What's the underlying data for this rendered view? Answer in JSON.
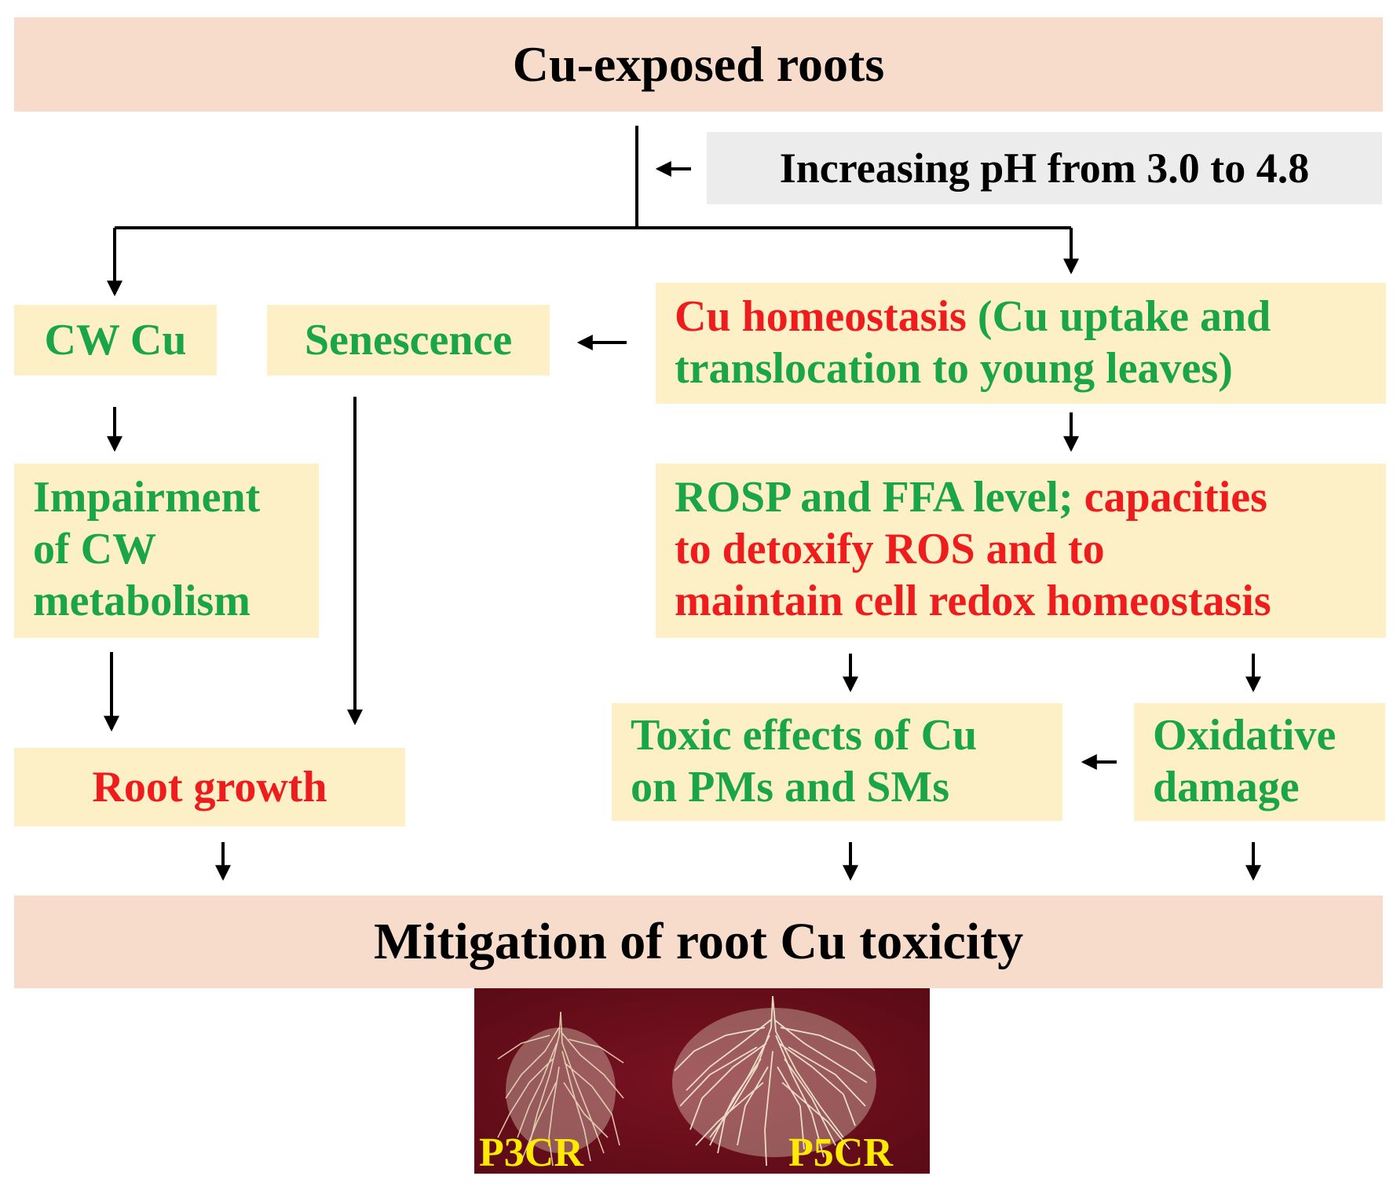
{
  "top_banner": "Cu-exposed roots",
  "ph_note": "Increasing pH from 3.0 to 4.8",
  "cw_cu": "CW Cu",
  "senescence": "Senescence",
  "cu_homeostasis": {
    "red_part": "Cu homeostasis",
    "green_part_1": " (Cu uptake and",
    "green_part_2": "translocation to young leaves)"
  },
  "impairment": {
    "line1": "Impairment",
    "line2": "of CW",
    "line3": "metabolism"
  },
  "rosp": {
    "green_part": "ROSP and FFA level; ",
    "red_line1": "capacities",
    "red_line2": "to detoxify ROS and to",
    "red_line3": "maintain cell redox homeostasis"
  },
  "root_growth": "Root growth",
  "toxic_effects": {
    "line1": "Toxic effects of Cu",
    "line2": "on PMs and SMs"
  },
  "oxidative": {
    "line1": "Oxidative",
    "line2": "damage"
  },
  "bottom_banner": "Mitigation of root Cu toxicity",
  "photo_labels": [
    "P3CR",
    "P5CR"
  ],
  "colors": {
    "banner_bg": "#f7dccc",
    "box_bg": "#fdf0c7",
    "note_bg": "#ececec",
    "green_text": "#1aa548",
    "red_text": "#ee1c1c",
    "photo_bg": "#6e0f1c",
    "label_yellow": "#ffea00"
  }
}
